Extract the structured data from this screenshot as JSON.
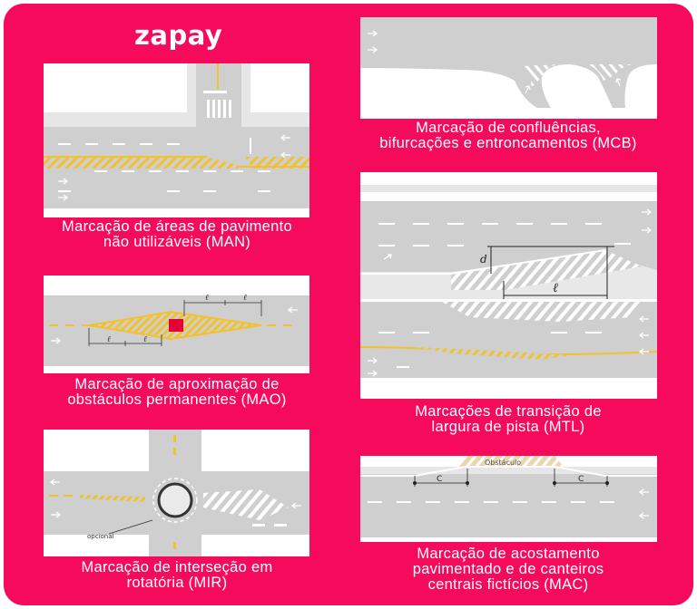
{
  "brand": {
    "logo": "zapay",
    "background": "#f50a5c"
  },
  "panels": {
    "man": {
      "caption_lines": [
        "Marcação de áreas de pavimento",
        "não utilizáveis (MAN)"
      ]
    },
    "mao": {
      "caption_lines": [
        "Marcação de aproximação de",
        "obstáculos permanentes (MAO)"
      ],
      "label_l": "ℓ"
    },
    "mir": {
      "caption_lines": [
        "Marcação de interseção em",
        "rotatória (MIR)"
      ],
      "label_optional": "opcional"
    },
    "mcb": {
      "caption_lines": [
        "Marcação de confluências,",
        "bifurcações e entroncamentos (MCB)"
      ]
    },
    "mtl": {
      "caption_lines": [
        "Marcações de transição de",
        "largura de pista (MTL)"
      ],
      "label_d": "d",
      "label_l": "ℓ"
    },
    "mac": {
      "caption_lines": [
        "Marcação de acostamento",
        "pavimentado e de canteiros",
        "centrais fictícios (MAC)"
      ],
      "label_obstacle": "Obstáculo",
      "label_c": "C"
    }
  },
  "colors": {
    "road": "#cfcfcf",
    "marking_yellow": "#f2c12e",
    "marking_white": "#ffffff",
    "obstacle_red": "#e4003a"
  }
}
